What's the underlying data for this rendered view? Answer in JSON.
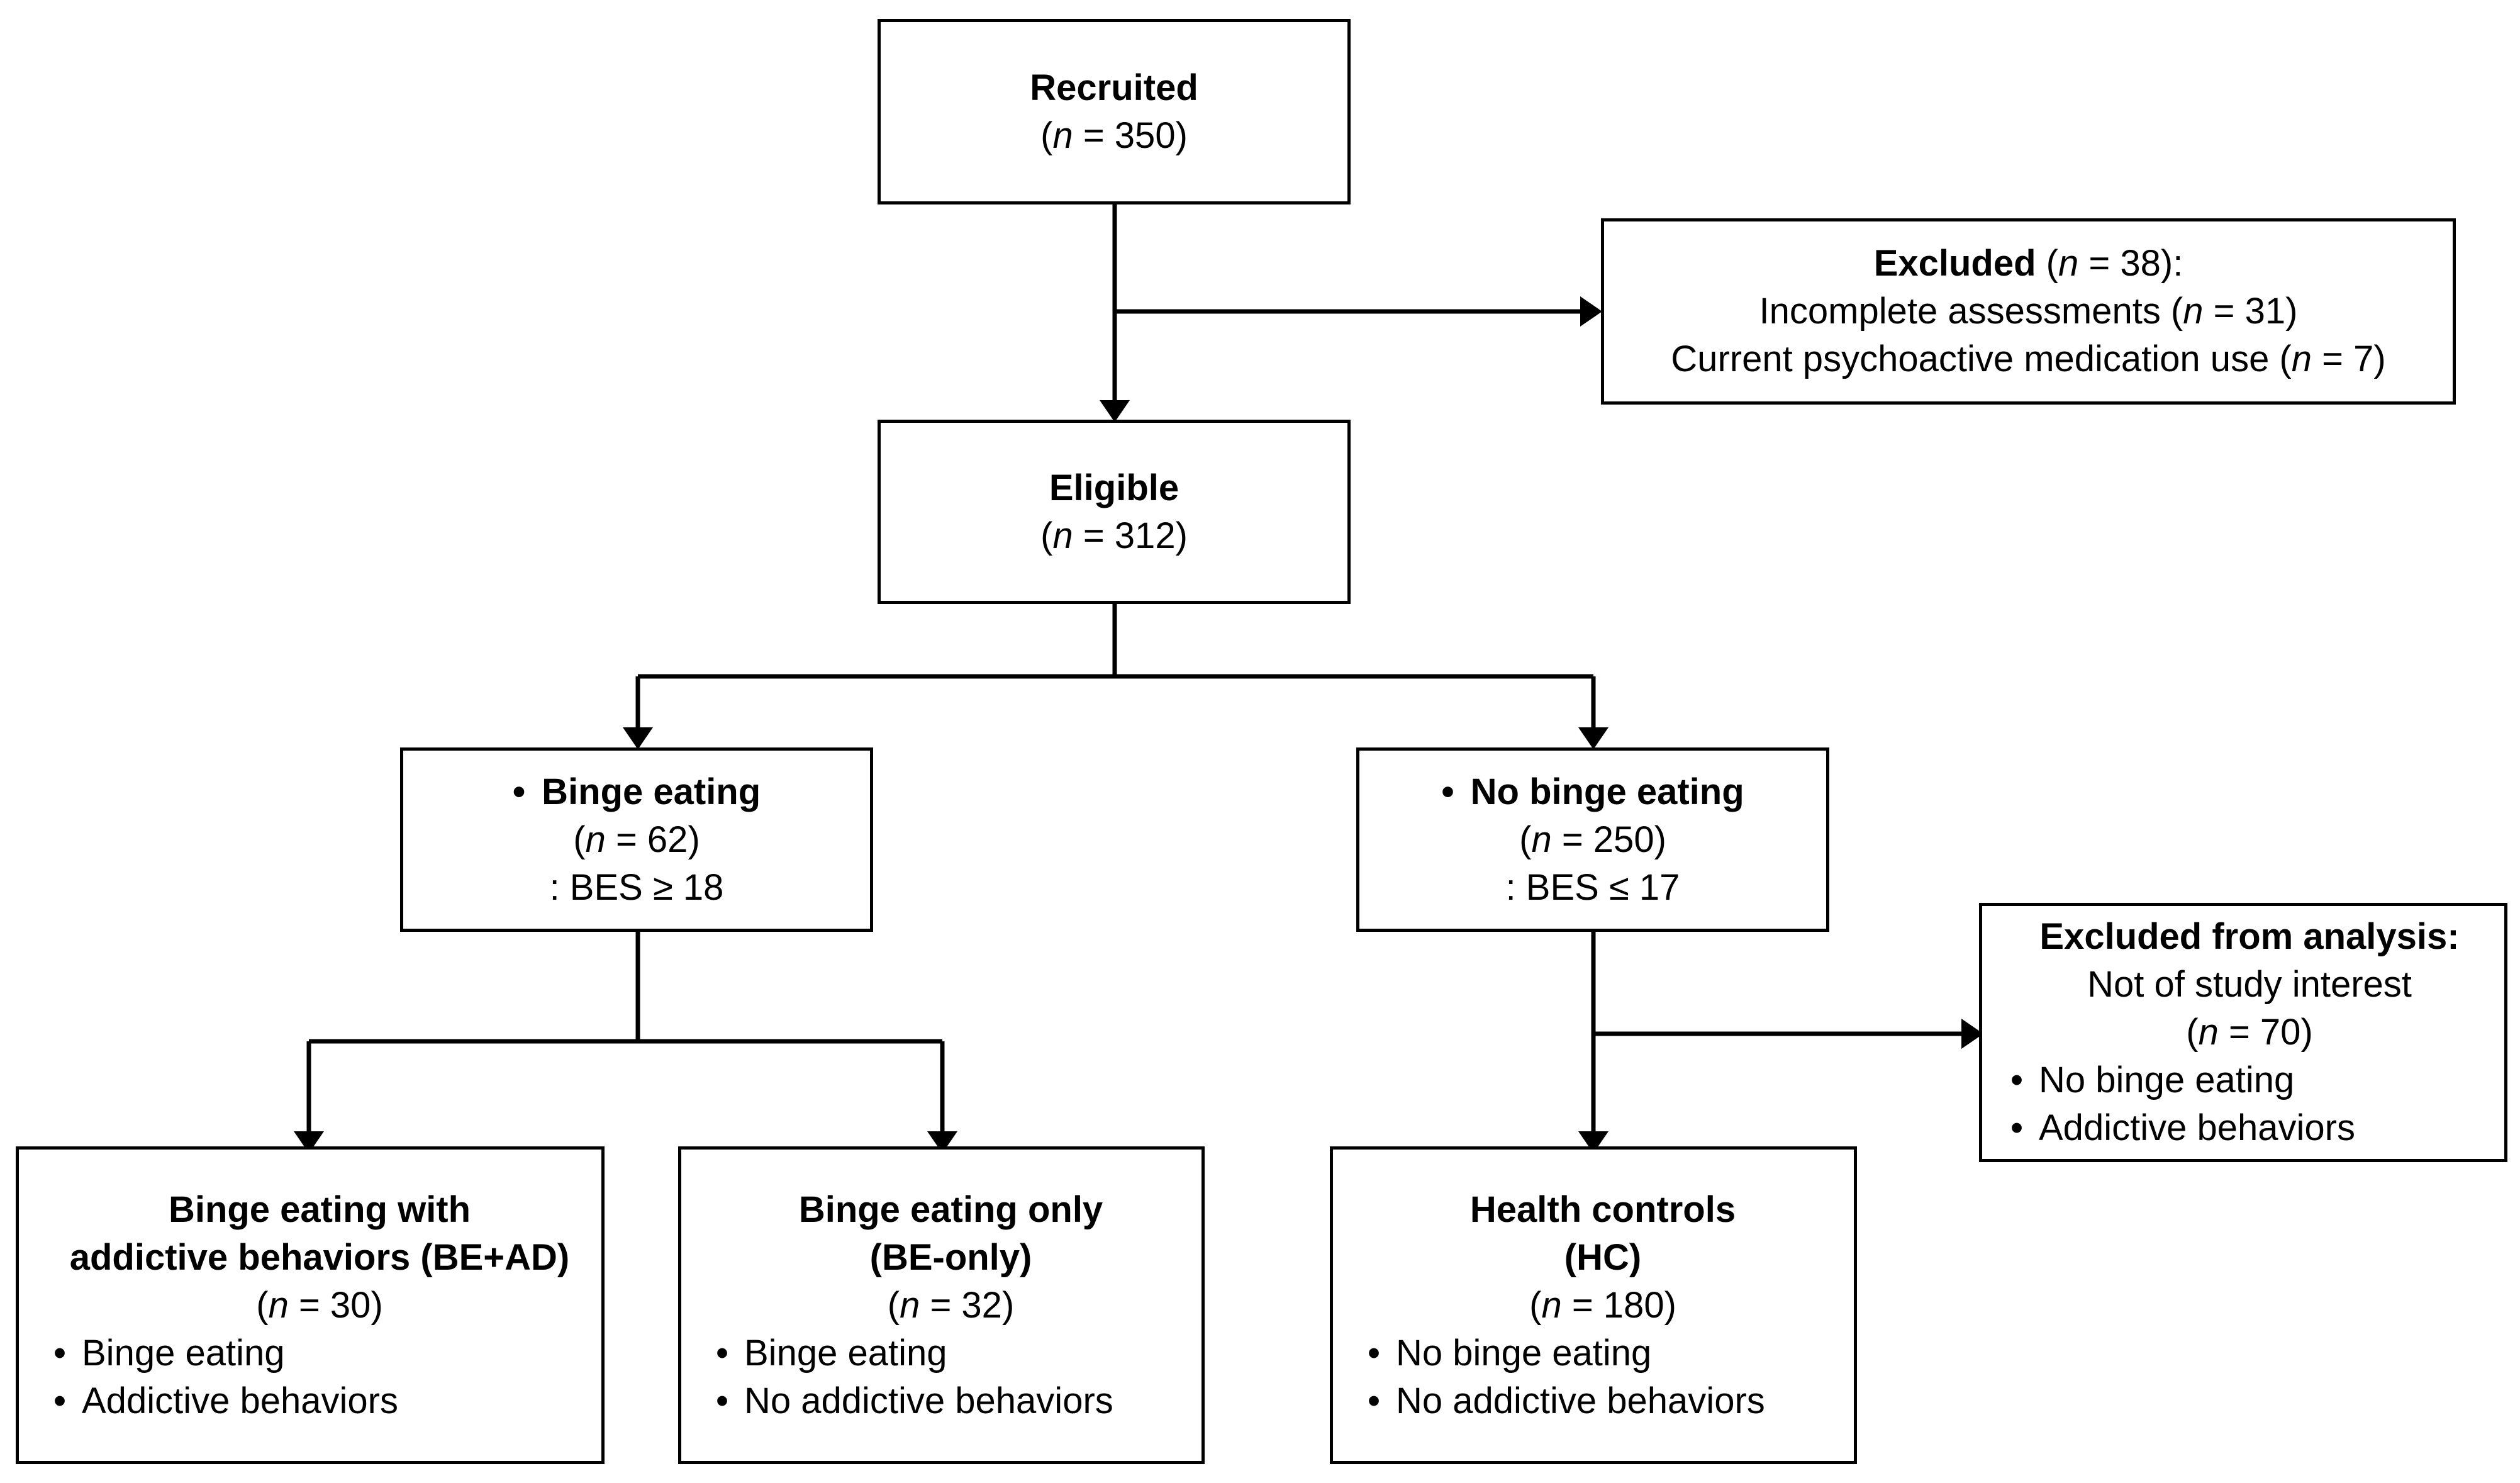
{
  "recruited": {
    "title": "Recruited",
    "count": "(n = 350)",
    "n_label": "n",
    "n_value": "= 350)"
  },
  "excluded": {
    "title": "Excluded",
    "count": "(n = 38):",
    "reason1": "Incomplete assessments (n = 31)",
    "reason2": "Current psychoactive medication use (n = 7)"
  },
  "eligible": {
    "title": "Eligible",
    "count": "(n = 312)"
  },
  "binge": {
    "bullet": "•",
    "title": "Binge eating",
    "count": "(n = 62)",
    "criterion": ": BES ≥ 18"
  },
  "no_binge": {
    "bullet": "•",
    "title": "No binge eating",
    "count": "(n = 250)",
    "criterion": ": BES ≤ 17"
  },
  "excluded_analysis": {
    "title": "Excluded from analysis:",
    "reason": "Not of study interest",
    "count": "(n = 70)",
    "items": [
      "No binge eating",
      "Addictive behaviors"
    ]
  },
  "be_ad": {
    "title1": "Binge eating with",
    "title2": "addictive behaviors (BE+AD)",
    "count": "(n = 30)",
    "items": [
      "Binge eating",
      "Addictive behaviors"
    ]
  },
  "be_only": {
    "title1": "Binge eating only",
    "title2": "(BE-only)",
    "count": "(n = 32)",
    "items": [
      "Binge eating",
      "No addictive behaviors"
    ]
  },
  "hc": {
    "title1": "Health controls",
    "title2": "(HC)",
    "count": "(n = 180)",
    "items": [
      "No binge eating",
      "No addictive behaviors"
    ]
  },
  "bullet_char": "•"
}
